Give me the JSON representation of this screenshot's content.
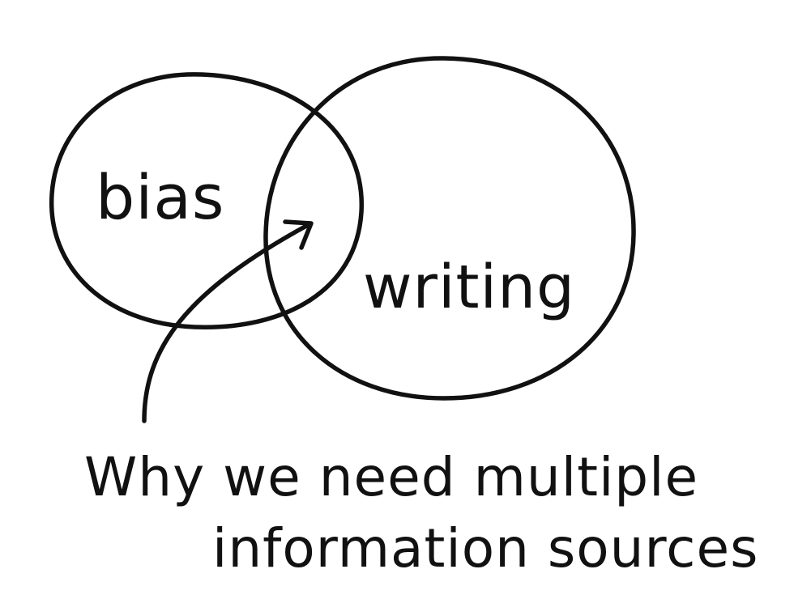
{
  "diagram": {
    "sets": [
      {
        "label": "bias"
      },
      {
        "label": "writing"
      }
    ],
    "caption": {
      "line1": "Why we need multiple",
      "line2": "information sources"
    },
    "colors": {
      "ink": "#111111",
      "paper": "#ffffff"
    }
  }
}
